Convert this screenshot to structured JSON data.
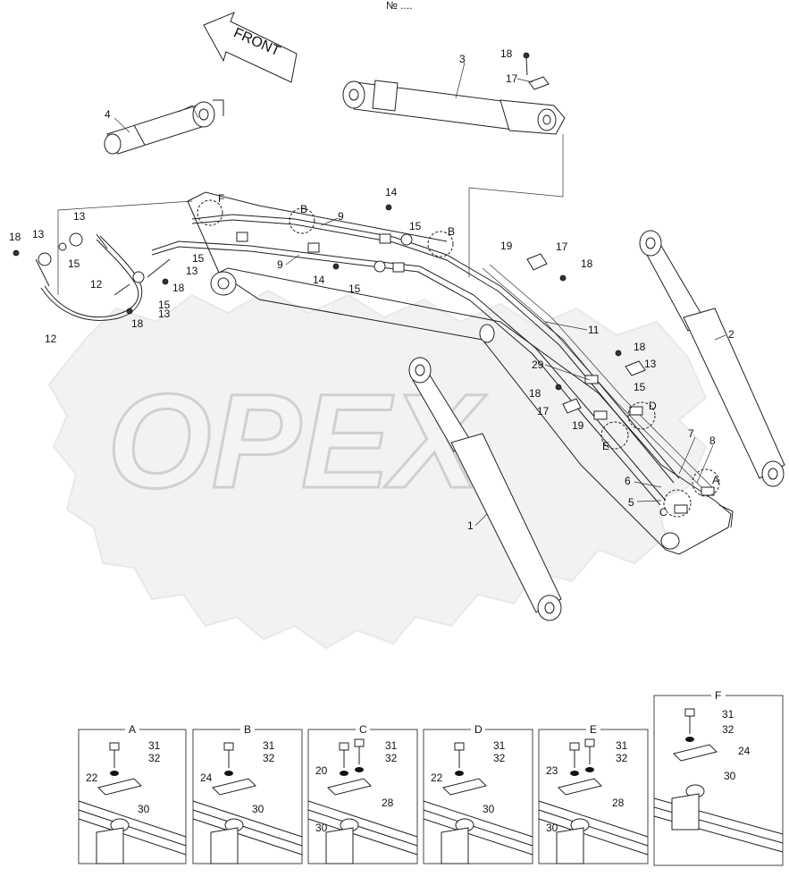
{
  "header": {
    "small_mark": "№ ...."
  },
  "direction": {
    "label": "FRONT"
  },
  "watermark": {
    "text": "OPEX"
  },
  "callouts": {
    "c1": "1",
    "c2": "2",
    "c3": "3",
    "c4": "4",
    "c5": "5",
    "c6": "6",
    "c7": "7",
    "c8": "8",
    "c9a": "9",
    "c9b": "9",
    "c11": "11",
    "c12a": "12",
    "c12b": "12",
    "c13a": "13",
    "c13b": "13",
    "c13c": "13",
    "c13d": "13",
    "c13e": "13",
    "c14a": "14",
    "c14b": "14",
    "c15a": "15",
    "c15b": "15",
    "c15c": "15",
    "c15d": "15",
    "c15e": "15",
    "c15f": "15",
    "c17a": "17",
    "c17b": "17",
    "c17c": "17",
    "c18a": "18",
    "c18b": "18",
    "c18c": "18",
    "c18d": "18",
    "c18e": "18",
    "c18f": "18",
    "c18g": "18",
    "c19a": "19",
    "c19b": "19",
    "c29": "29",
    "lA": "A",
    "lB1": "B",
    "lB2": "B",
    "lC": "C",
    "lD": "D",
    "lE": "E",
    "lF": "F"
  },
  "details": [
    {
      "title": "A",
      "labels": [
        "31",
        "32",
        "22",
        "30"
      ]
    },
    {
      "title": "B",
      "labels": [
        "31",
        "32",
        "24",
        "30"
      ]
    },
    {
      "title": "C",
      "labels": [
        "31",
        "32",
        "20",
        "28",
        "30"
      ]
    },
    {
      "title": "D",
      "labels": [
        "31",
        "32",
        "22",
        "30"
      ]
    },
    {
      "title": "E",
      "labels": [
        "31",
        "32",
        "23",
        "28",
        "30"
      ]
    },
    {
      "title": "F",
      "labels": [
        "31",
        "32",
        "24",
        "30"
      ]
    }
  ]
}
